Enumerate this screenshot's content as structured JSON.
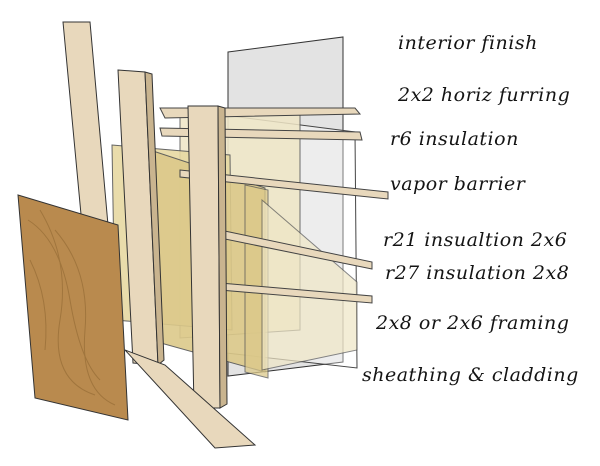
{
  "colors": {
    "plywood": "#b98a4e",
    "plywood_dark": "#8d6530",
    "stud_wood": "#e8d8bc",
    "stud_edge": "#c9b48f",
    "insulation_r21": "#e7d9a2",
    "insulation_r27": "#dcc98a",
    "insulation_r6": "#efe6c6",
    "interior_finish": "#e3e3e3",
    "vapor_barrier": "rgba(255,255,255,0.35)",
    "line": "#333333"
  },
  "labels": {
    "interior_finish": "interior finish",
    "furring": "2x2 horiz furring",
    "r6": "r6 insulation",
    "vapor_barrier": "vapor barrier",
    "r21": "r21 insualtion 2x6",
    "r27": "r27 insulation 2x8",
    "framing": "2x8 or 2x6 framing",
    "sheathing": "sheathing & cladding"
  }
}
